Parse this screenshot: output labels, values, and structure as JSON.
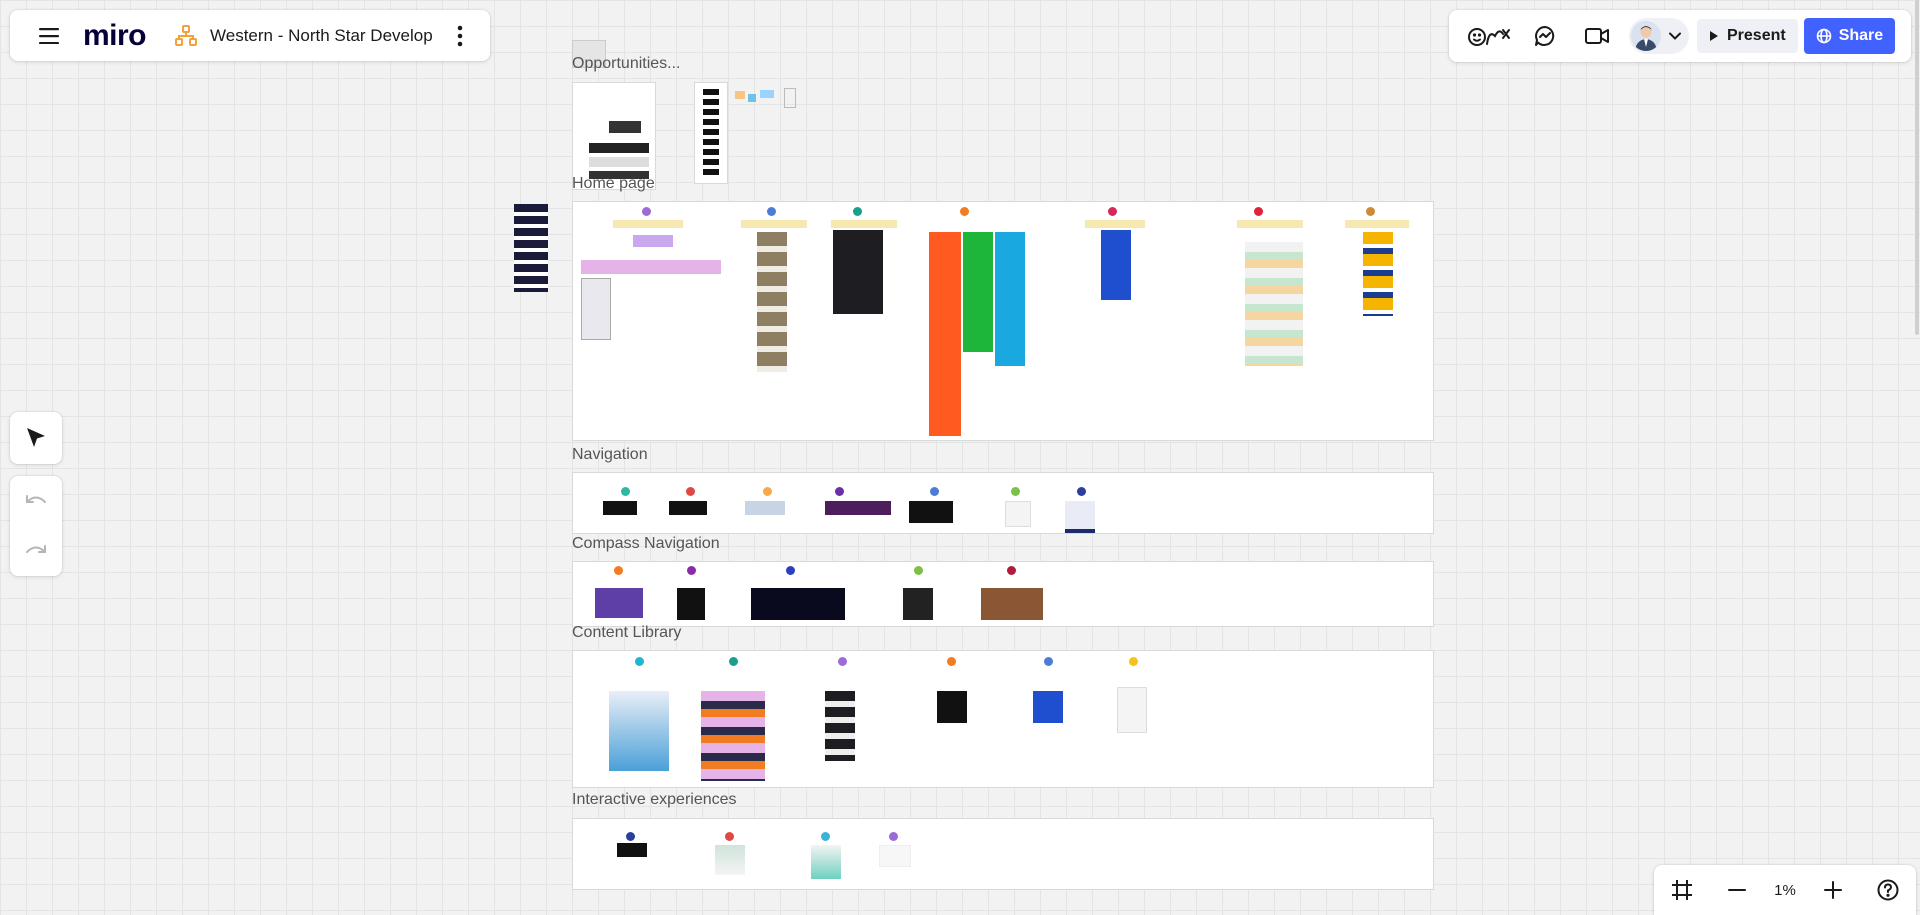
{
  "board": {
    "logo": "miro",
    "title": "Western - North Star Develop"
  },
  "toolbar": {
    "present_label": "Present",
    "share_label": "Share",
    "zoom_level": "1%"
  },
  "frames": [
    {
      "label": "Opportunities..."
    },
    {
      "label": "Home page"
    },
    {
      "label": "Navigation"
    },
    {
      "label": "Compass Navigation"
    },
    {
      "label": "Content Library"
    },
    {
      "label": "Interactive experiences"
    }
  ],
  "icons": {
    "menu": "hamburger-menu-icon",
    "board": "board-tree-icon",
    "more": "more-vertical-icon",
    "reactions": "reactions-icon",
    "chat": "chat-icon",
    "video": "video-camera-icon",
    "present": "play-icon",
    "share": "globe-icon",
    "select": "cursor-arrow-icon",
    "undo": "undo-icon",
    "redo": "redo-icon",
    "frame": "frame-icon",
    "zoom_out": "minus-icon",
    "zoom_in": "plus-icon",
    "help": "help-icon"
  },
  "colors": {
    "share_button": "#4262ff",
    "logo": "#050038",
    "board_icon": "#f2a13b"
  }
}
